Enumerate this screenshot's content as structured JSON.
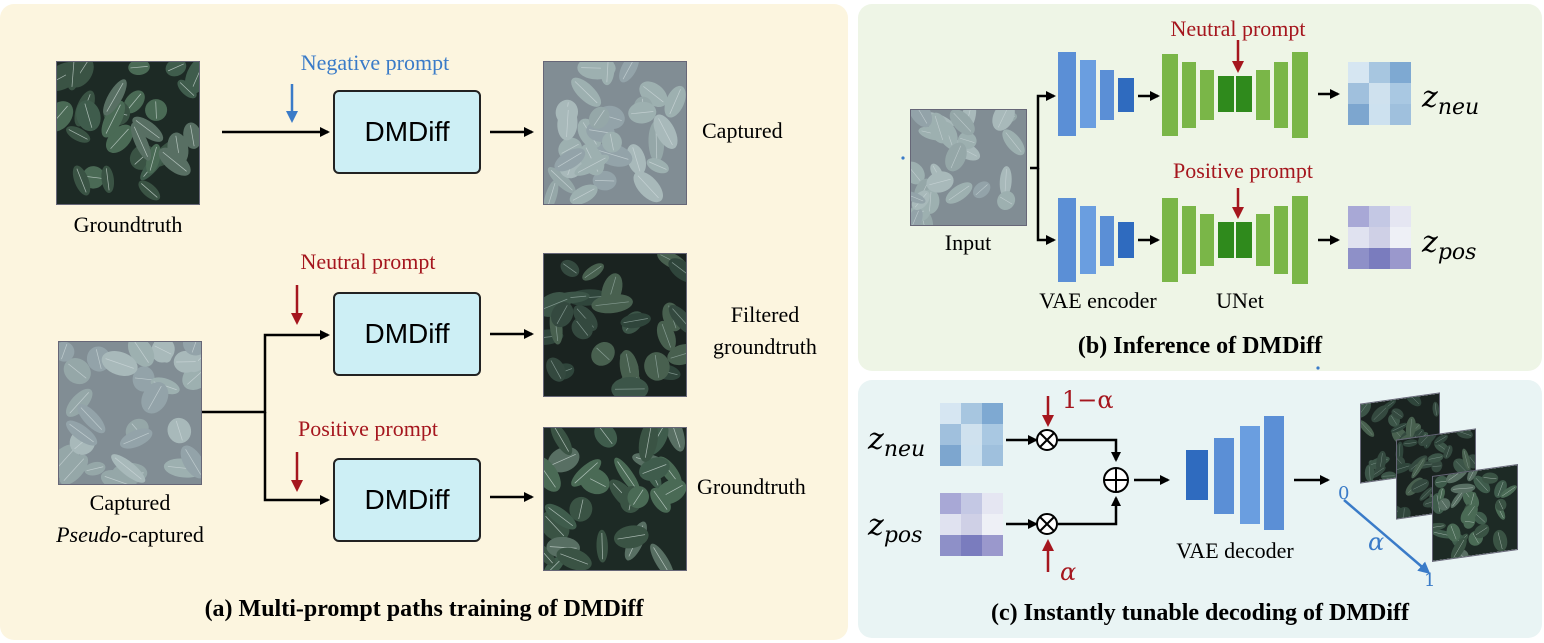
{
  "panel_a": {
    "caption": "(a) Multi-prompt paths training of DMDiff",
    "groundtruth_label": "Groundtruth",
    "negative_prompt": "Negative prompt",
    "neutral_prompt": "Neutral prompt",
    "positive_prompt": "Positive prompt",
    "dmdiff_label": "DMDiff",
    "captured_out_label": "Captured",
    "filtered_line1": "Filtered",
    "filtered_line2": "groundtruth",
    "groundtruth_out_label": "Groundtruth",
    "input_line1": "Captured",
    "input_line2_italic": "Pseudo",
    "input_line2_rest": "-captured"
  },
  "panel_b": {
    "caption": "(b) Inference of DMDiff",
    "input_label": "Input",
    "neutral_prompt": "Neutral prompt",
    "positive_prompt": "Positive prompt",
    "vae_encoder_label": "VAE encoder",
    "unet_label": "UNet",
    "z_neu_base": "z",
    "z_neu_sub": "neu",
    "z_pos_base": "z",
    "z_pos_sub": "pos"
  },
  "panel_c": {
    "caption": "(c) Instantly tunable decoding of DMDiff",
    "z_neu_base": "z",
    "z_neu_sub": "neu",
    "z_pos_base": "z",
    "z_pos_sub": "pos",
    "one_minus_alpha": "1−α",
    "alpha": "α",
    "vae_decoder_label": "VAE decoder",
    "axis_start": "0",
    "axis_end": "1",
    "axis_alpha": "α"
  },
  "colors": {
    "panel_a_bg": "#fcf5df",
    "panel_b_bg": "#eef5e6",
    "panel_c_bg": "#e9f4f4",
    "dmdiff_box": "#cdeff5",
    "negative_prompt_blue": "#3a7bc8",
    "prompt_red": "#a5161e",
    "encoder_blue": "#5b8fd6",
    "unet_green": "#7ab648",
    "unet_dark_green": "#2f8a1c"
  }
}
